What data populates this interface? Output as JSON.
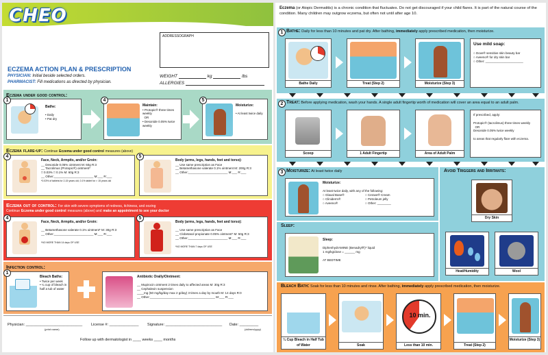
{
  "left": {
    "logo": "CHEO",
    "addressograph": "ADDRESSOGRAPH",
    "title": "ECZEMA ACTION PLAN & PRESCRIPTION",
    "physician_label": "PHYSICIAN:",
    "physician_text": "Initial beside selected orders.",
    "pharmacist_label": "PHARMACIST:",
    "pharmacist_text": "Fill medications as directed by physician.",
    "weight_label": "WEIGHT",
    "kg": "kg",
    "lbs": "lbs",
    "allergies_label": "ALLERGIES",
    "good": {
      "title": "Eczema under good control:",
      "bathe_label": "Bathe:",
      "bathe_items": [
        "• Daily",
        "• Pat dry"
      ],
      "maintain_label": "Maintain:",
      "maintain_text1": "• Protopic® three times weekly",
      "maintain_or": "OR",
      "maintain_text2": "• Desonide 0.05% twice weekly",
      "moisturize_label": "Moisturize:",
      "moisturize_text": "• At least twice daily",
      "steps": [
        "1",
        "4",
        "5"
      ]
    },
    "flare": {
      "title": "Eczema flare-up:",
      "subtitle_pre": "Continue",
      "subtitle_bold": "Eczema under good control",
      "subtitle_post": "measures (above)",
      "face_title": "Face, Neck, Armpits, and/or Groin:",
      "face_lines": [
        "__ Desonide 0.05% ointment   M: 60g  R:3",
        "__ Tacrolimus (Protopic®) ointment*",
        "   □ 0.03%    □ 0.1%          M: 60g  R:3",
        "__ Other:_______________________  M:___ R:___"
      ],
      "face_note": "*0.03% of tablets for 2-15 years old, 0.1% tablet for > 15 years old",
      "body_title": "Body (arms, legs, hands, feet and torso):",
      "body_lines": [
        "__ Use same prescription as Face",
        "__ Betamethasone valerate 0.1% ointment   M: 200g R:3",
        "__ Other:_______________________  M:___ R:___"
      ],
      "steps": [
        "4",
        "5"
      ]
    },
    "outctl": {
      "title": "Eczema out of control:",
      "subtitle1": "For skin with severe symptoms of redness, itchiness, and oozing",
      "subtitle2_pre": "Continue",
      "subtitle2_bold": "Eczema under good control",
      "subtitle2_mid": "measures (above) and",
      "subtitle2_bold2": "make an appointment to see your doctor",
      "face_title": "Face, Neck, Armpits, and/or Groin:",
      "face_lines": [
        "__ Betamethasone valerate 0.1% ointment*   M: 30g  R:3",
        "__ Other:_______________________  M:___ R:___"
      ],
      "face_note": "*NO MORE THAN 14 days OF USE",
      "body_title": "Body (arms, legs, hands, feet and torso):",
      "body_lines": [
        "__ Use same prescription as Face",
        "__ Clobetasol propionate 0.05% ointment*  M: 50g  R:3",
        "__ Other:_______________________  M:___ R:___"
      ],
      "body_note": "*NO MORE THAN 7 days OF USE",
      "steps": [
        "4",
        "5"
      ]
    },
    "infect": {
      "title": "Infection control:",
      "bleach_label": "Bleach Baths:",
      "bleach_lines": [
        "• Twice per week",
        "• ¼ cup of bleach in half a tub of water"
      ],
      "antibiotic_title": "Antibiotic Orally/Ointment:",
      "antibiotic_lines": [
        "__ Mupirocin ointment 2 times daily to affected areas   M: 30g   R:3",
        "__ Cephalexin suspension",
        "   ____mg (50 mg/kg/day max 2 g/day) 3 times a day by mouth  M: 14 days R:0",
        "__ Other:______________________________________  M:___ R:___"
      ],
      "step": "1"
    },
    "footer": {
      "physician": "Physician: ___________________________",
      "print_name": "(print name)",
      "license": "License #: ______________",
      "signature": "Signature: ___________________________",
      "date": "Date: _________",
      "date_fmt": "(dd/mm/yyyy)",
      "followup": "Follow up with dermatologist in ____ weeks  ____ months"
    }
  },
  "right": {
    "intro_bold": "Eczema",
    "intro_text": "(or Atopic Dermatitis) is a chronic condition that fluctuates. Do not get discouraged if your child flares. It is part of the natural course of the condition. Many children may outgrow eczema, but often not until after age 10.",
    "bathe": {
      "num": "1",
      "title": "Bathe:",
      "text_pre": "Daily for less than 10 minutes and pat dry. After bathing,",
      "text_bold": "immediately",
      "text_post": "apply prescribed medication, then moisturize.",
      "captions": [
        "Bathe Daily",
        "Treat (Step 2)",
        "Moisturize (Step 3)"
      ],
      "soap_title": "Use mild soap:",
      "soap_items": [
        "○ Dove® sensitive skin beauty bar",
        "○ Aveeno® for dry skin bar",
        "○ Other: ______________________"
      ]
    },
    "treat": {
      "num": "2",
      "title": "Treat:",
      "text": "Before applying medication, wash your hands. A single adult fingertip worth of medication will cover an area equal to an adult palm.",
      "captions": [
        "Scoop",
        "1 Adult Fingertip",
        "Area of Adult Palm"
      ],
      "rx_lines": [
        "If prescribed, apply:",
        "Protopic® (tacrolimus) three times weekly",
        "OR",
        "Desonide 0.05% twice weekly",
        "to areas that regularly flare with eczema."
      ]
    },
    "moisturize": {
      "num": "3",
      "title": "Moisturize:",
      "text": "At least twice daily",
      "box_title": "Moisturize:",
      "box_text": "At least twice daily, with any of the following:",
      "items": [
        "○ Glaxal Base®",
        "○ Cerave® Cream",
        "○ Cliniderm®",
        "○ Petroleum jelly",
        "○ Aveeno®",
        "○ Other: ________"
      ]
    },
    "avoid": {
      "title": "Avoid Triggers and Irritants:",
      "captions": [
        "Dry Skin",
        "Heat/Humidity",
        "Wool"
      ]
    },
    "sleep": {
      "title": "Sleep:",
      "box_title": "Sleep:",
      "lines": [
        "DiphenhydrAMINE (Benadryl®)* liquid",
        "1 mg/kg/dose = ______ mg",
        "AT BEDTIME"
      ]
    },
    "bleach": {
      "title": "Bleach Bath:",
      "text_pre": "Soak for less than 10 minutes and rinse. After bathing,",
      "text_bold": "immediately",
      "text_post": "apply prescribed medication, then moisturize.",
      "captions": [
        "¼ Cup Bleach in Half Tub of Water",
        "Soak",
        "Less than 10 min.",
        "Treat (Step 2)",
        "Moisturize (Step 3)"
      ],
      "timer": "10 min."
    }
  }
}
